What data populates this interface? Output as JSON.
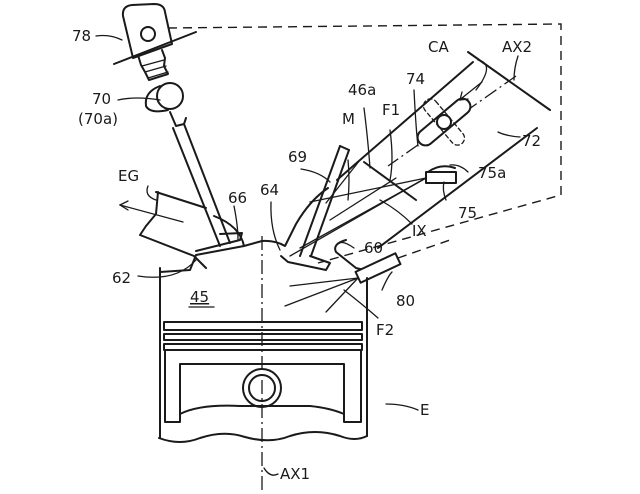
{
  "figure": {
    "type": "patent engine schematic",
    "line_color": "#1a1a1a",
    "background": "#ffffff"
  },
  "labels": {
    "fuel_pump": "78",
    "valve_actuator": "70",
    "valve_actuator_alt": "(70a)",
    "exhaust_gas": "EG",
    "exhaust_valve": "66",
    "intake_valve": "64",
    "intake_port": "69",
    "exhaust_port_seat": "62",
    "combustion_chamber": "45",
    "mixture": "M",
    "intake_passage_wall": "46a",
    "fuel_spray_1": "F1",
    "throttle_valve": "74",
    "charge_air": "CA",
    "intake_axis": "AX2",
    "intake_pipe": "72",
    "port_injector_tip": "75a",
    "port_injector": "75",
    "intersection": "IX",
    "port_wall": "60",
    "direct_injector": "80",
    "fuel_spray_2": "F2",
    "engine": "E",
    "cylinder_axis": "AX1"
  }
}
